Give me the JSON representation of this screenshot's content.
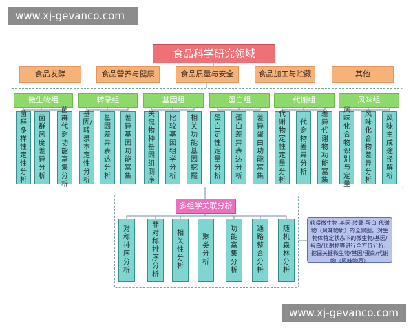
{
  "watermark": {
    "top": "www.xj-gevanco.com",
    "bottom": "www.xj-gevanco.com"
  },
  "title": "食品科学研究领域",
  "categories": [
    "食品发酵",
    "食品营养与健康",
    "食品质量与安全",
    "食品加工与贮藏",
    "其他"
  ],
  "groups": [
    {
      "name": "微生物组",
      "items": [
        "菌群多样性定性分析",
        "菌群风度差异分析",
        "菌群代谢功能富集分析"
      ]
    },
    {
      "name": "转录组",
      "items": [
        "基因/转录本定性分析",
        "基因差异表达分析",
        "差异基因功能富集"
      ]
    },
    {
      "name": "基因组",
      "items": [
        "关键物种基因组测序",
        "比较基因组学分析",
        "相关功能基因挖掘"
      ]
    },
    {
      "name": "蛋白组",
      "items": [
        "蛋白定性定量分析",
        "蛋白差异表达分析",
        "差异蛋白功能富集"
      ]
    },
    {
      "name": "代谢组",
      "items": [
        "代谢物定性定量分析",
        "代谢物差异分析",
        "差异代谢物功能富集"
      ]
    },
    {
      "name": "风味组",
      "items": [
        "风味化合物识别与定量",
        "风味化合物差异分析",
        "风味生成途径解析"
      ]
    }
  ],
  "omics": "多组学关联分析",
  "methods": [
    "对称排序分析",
    "非对称排序分析",
    "相关性分析",
    "聚类分析",
    "功能富集分析",
    "通路整合分析",
    "随机森林分析"
  ],
  "note": "获得微生物-基因-转录-蛋白-代谢物（风味物质）的全景图，对生物体特定状态下的微生物/基因/蛋白/代谢物等进行全方位分析，挖掘关键微生物/基因/蛋白/代谢物（风味物质）",
  "colors": {
    "title": "#f07077",
    "category": "#f7b27a",
    "group": "#8dd96a",
    "leaf": "#7fd6d1",
    "omics": "#ec6fc2",
    "note": "#b8c3ec"
  }
}
